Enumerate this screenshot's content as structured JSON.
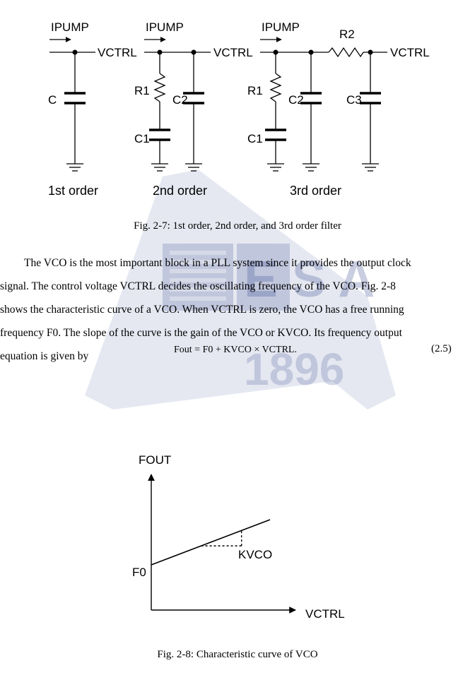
{
  "fig27": {
    "caption": "Fig. 2-7: 1st order, 2nd order, and 3rd order filter",
    "order_labels": [
      "1st order",
      "2nd order",
      "3rd order"
    ],
    "pump_label": "IPUMP",
    "ctrl_label": "VCTRL",
    "components": {
      "c": "C",
      "r1": "R1",
      "c1": "C1",
      "c2": "C2",
      "r2": "R2",
      "c3": "C3"
    }
  },
  "paragraph": [
    "The VCO is the most important block in a PLL system since it provides the output clock",
    "signal. The control voltage VCTRL decides the oscillating frequency of the VCO. Fig. 2-8",
    "shows the characteristic curve of a VCO. When VCTRL is zero, the VCO has a free running",
    "frequency F0. The slope of the curve is the gain of the VCO or KVCO. Its frequency output",
    "equation is given by"
  ],
  "equation": {
    "text": "Fout = F0 + KVCO × VCTRL.",
    "number": "(2.5)"
  },
  "fig28": {
    "caption": "Fig. 2-8: Characteristic curve of VCO",
    "y_axis_label": "FOUT",
    "x_axis_label": "VCTRL",
    "intercept_label": "F0",
    "slope_label": "KVCO"
  },
  "chart_data": {
    "type": "line",
    "title": "",
    "xlabel": "VCTRL",
    "ylabel": "FOUT",
    "series": [
      {
        "x": [
          0,
          1
        ],
        "y": [
          1,
          2
        ]
      }
    ],
    "annotations": [
      "F0",
      "KVCO"
    ],
    "grid": false
  },
  "watermark": {
    "text": "E S A",
    "year": "1896"
  }
}
